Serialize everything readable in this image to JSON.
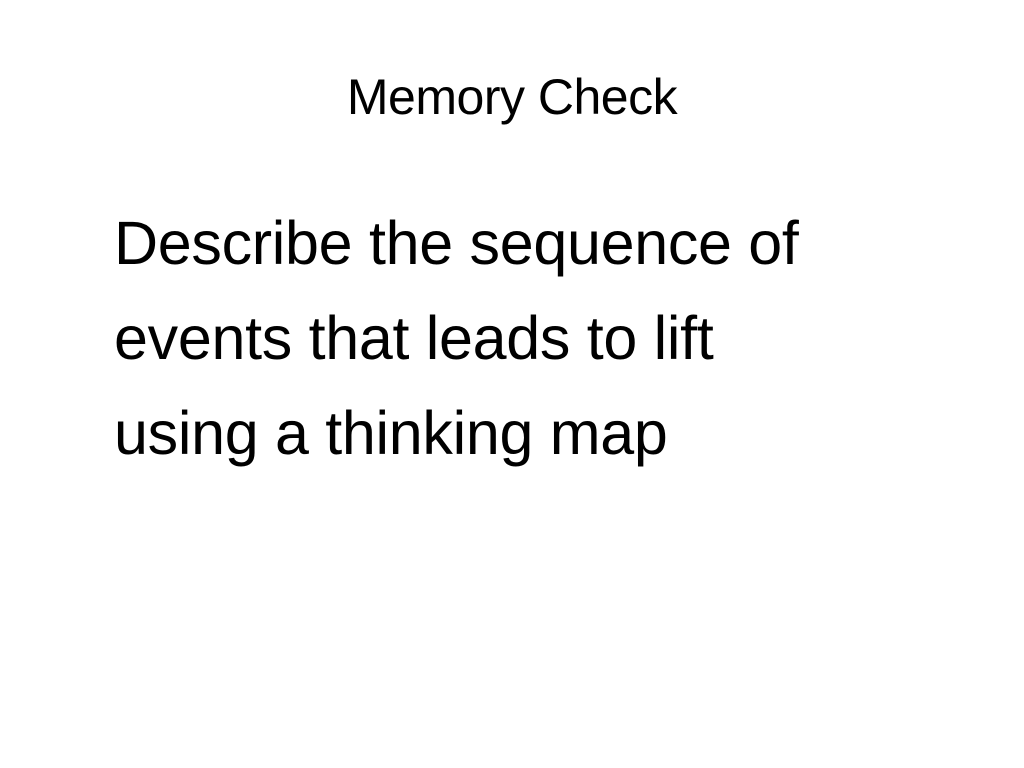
{
  "slide": {
    "title": "Memory Check",
    "body_lines": [
      "Describe the sequence of",
      "events that leads to lift",
      "using a thinking map"
    ]
  },
  "colors": {
    "background": "#ffffff",
    "text": "#000000"
  }
}
